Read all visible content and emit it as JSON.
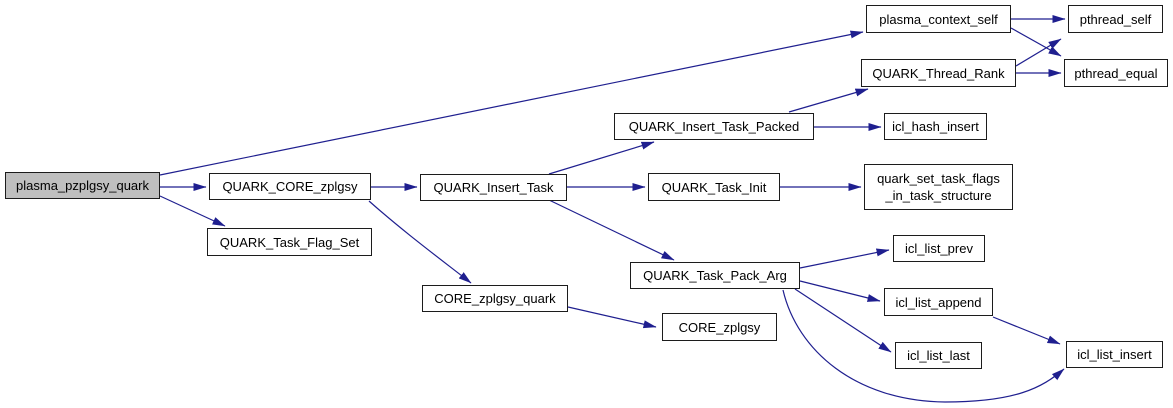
{
  "colors": {
    "background": "#ffffff",
    "edge": "#1f1f8f",
    "node_border": "#1c1c1c",
    "node_fill": "#ffffff",
    "focus_node_fill": "#bfbfbf",
    "text": "#000000"
  },
  "graph": {
    "type": "doxygen-call-graph",
    "focus_node": "plasma_pzplgsy_quark",
    "nodes": {
      "plasma_pzplgsy_quark": {
        "label": "plasma_pzplgsy_quark"
      },
      "quark_core_zplgsy": {
        "label": "QUARK_CORE_zplgsy"
      },
      "quark_task_flag_set": {
        "label": "QUARK_Task_Flag_Set"
      },
      "quark_insert_task": {
        "label": "QUARK_Insert_Task"
      },
      "quark_insert_task_packed": {
        "label": "QUARK_Insert_Task_Packed"
      },
      "icl_hash_insert": {
        "label": "icl_hash_insert"
      },
      "quark_task_init": {
        "label": "QUARK_Task_Init"
      },
      "quark_set_task_flags_in_task_structure": {
        "label": "quark_set_task_flags\n_in_task_structure"
      },
      "plasma_context_self": {
        "label": "plasma_context_self"
      },
      "pthread_self": {
        "label": "pthread_self"
      },
      "quark_thread_rank": {
        "label": "QUARK_Thread_Rank"
      },
      "pthread_equal": {
        "label": "pthread_equal"
      },
      "quark_task_pack_arg": {
        "label": "QUARK_Task_Pack_Arg"
      },
      "icl_list_prev": {
        "label": "icl_list_prev"
      },
      "icl_list_append": {
        "label": "icl_list_append"
      },
      "icl_list_last": {
        "label": "icl_list_last"
      },
      "icl_list_insert": {
        "label": "icl_list_insert"
      },
      "core_zplgsy_quark": {
        "label": "CORE_zplgsy_quark"
      },
      "core_zplgsy": {
        "label": "CORE_zplgsy"
      }
    },
    "edges": [
      {
        "from": "plasma_pzplgsy_quark",
        "to": "QUARK_CORE_zplgsy"
      },
      {
        "from": "plasma_pzplgsy_quark",
        "to": "QUARK_Task_Flag_Set"
      },
      {
        "from": "plasma_pzplgsy_quark",
        "to": "plasma_context_self"
      },
      {
        "from": "QUARK_CORE_zplgsy",
        "to": "QUARK_Insert_Task"
      },
      {
        "from": "QUARK_CORE_zplgsy",
        "to": "CORE_zplgsy_quark"
      },
      {
        "from": "QUARK_Insert_Task",
        "to": "QUARK_Insert_Task_Packed"
      },
      {
        "from": "QUARK_Insert_Task",
        "to": "QUARK_Task_Init"
      },
      {
        "from": "QUARK_Insert_Task",
        "to": "QUARK_Task_Pack_Arg"
      },
      {
        "from": "QUARK_Insert_Task_Packed",
        "to": "QUARK_Thread_Rank"
      },
      {
        "from": "QUARK_Insert_Task_Packed",
        "to": "icl_hash_insert"
      },
      {
        "from": "QUARK_Task_Init",
        "to": "quark_set_task_flags_in_task_structure"
      },
      {
        "from": "plasma_context_self",
        "to": "pthread_self"
      },
      {
        "from": "plasma_context_self",
        "to": "pthread_equal"
      },
      {
        "from": "QUARK_Thread_Rank",
        "to": "pthread_self"
      },
      {
        "from": "QUARK_Thread_Rank",
        "to": "pthread_equal"
      },
      {
        "from": "QUARK_Task_Pack_Arg",
        "to": "icl_list_prev"
      },
      {
        "from": "QUARK_Task_Pack_Arg",
        "to": "icl_list_append"
      },
      {
        "from": "QUARK_Task_Pack_Arg",
        "to": "icl_list_last"
      },
      {
        "from": "QUARK_Task_Pack_Arg",
        "to": "icl_list_insert"
      },
      {
        "from": "icl_list_append",
        "to": "icl_list_insert"
      },
      {
        "from": "CORE_zplgsy_quark",
        "to": "CORE_zplgsy"
      }
    ]
  }
}
